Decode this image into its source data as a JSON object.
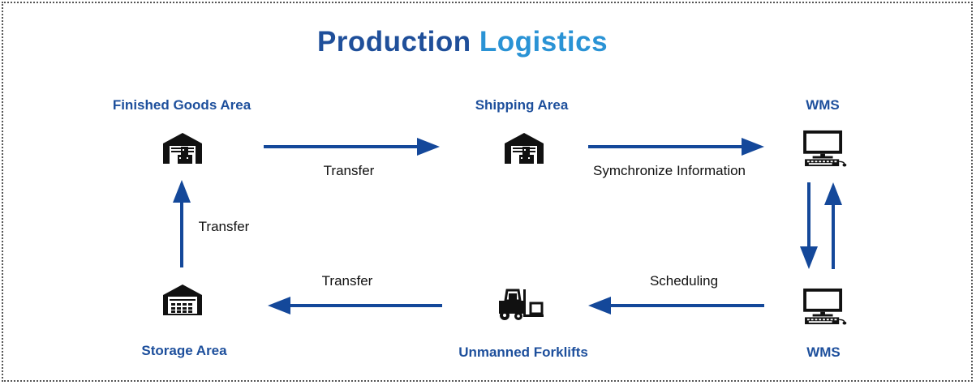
{
  "title": {
    "part1": "Production",
    "part2": "Logistics"
  },
  "colors": {
    "title_dark": "#1f4f9a",
    "title_light": "#2a93d5",
    "node_label": "#1d4f9c",
    "arrow": "#14489a"
  },
  "nodes": {
    "finished_goods": {
      "label": "Finished Goods Area",
      "icon": "warehouse-icon"
    },
    "shipping": {
      "label": "Shipping Area",
      "icon": "warehouse-icon"
    },
    "wms_top": {
      "label": "WMS",
      "icon": "computer-icon"
    },
    "wms_bottom": {
      "label": "WMS",
      "icon": "computer-icon"
    },
    "forklifts": {
      "label": "Unmanned Forklifts",
      "icon": "forklift-icon"
    },
    "storage": {
      "label": "Storage Area",
      "icon": "storage-warehouse-icon"
    }
  },
  "edges": {
    "finished_to_shipping": "Transfer",
    "shipping_to_wms": "Symchronize Information",
    "wms_to_forklifts": "Scheduling",
    "forklifts_to_storage": "Transfer",
    "storage_to_finished": "Transfer"
  }
}
